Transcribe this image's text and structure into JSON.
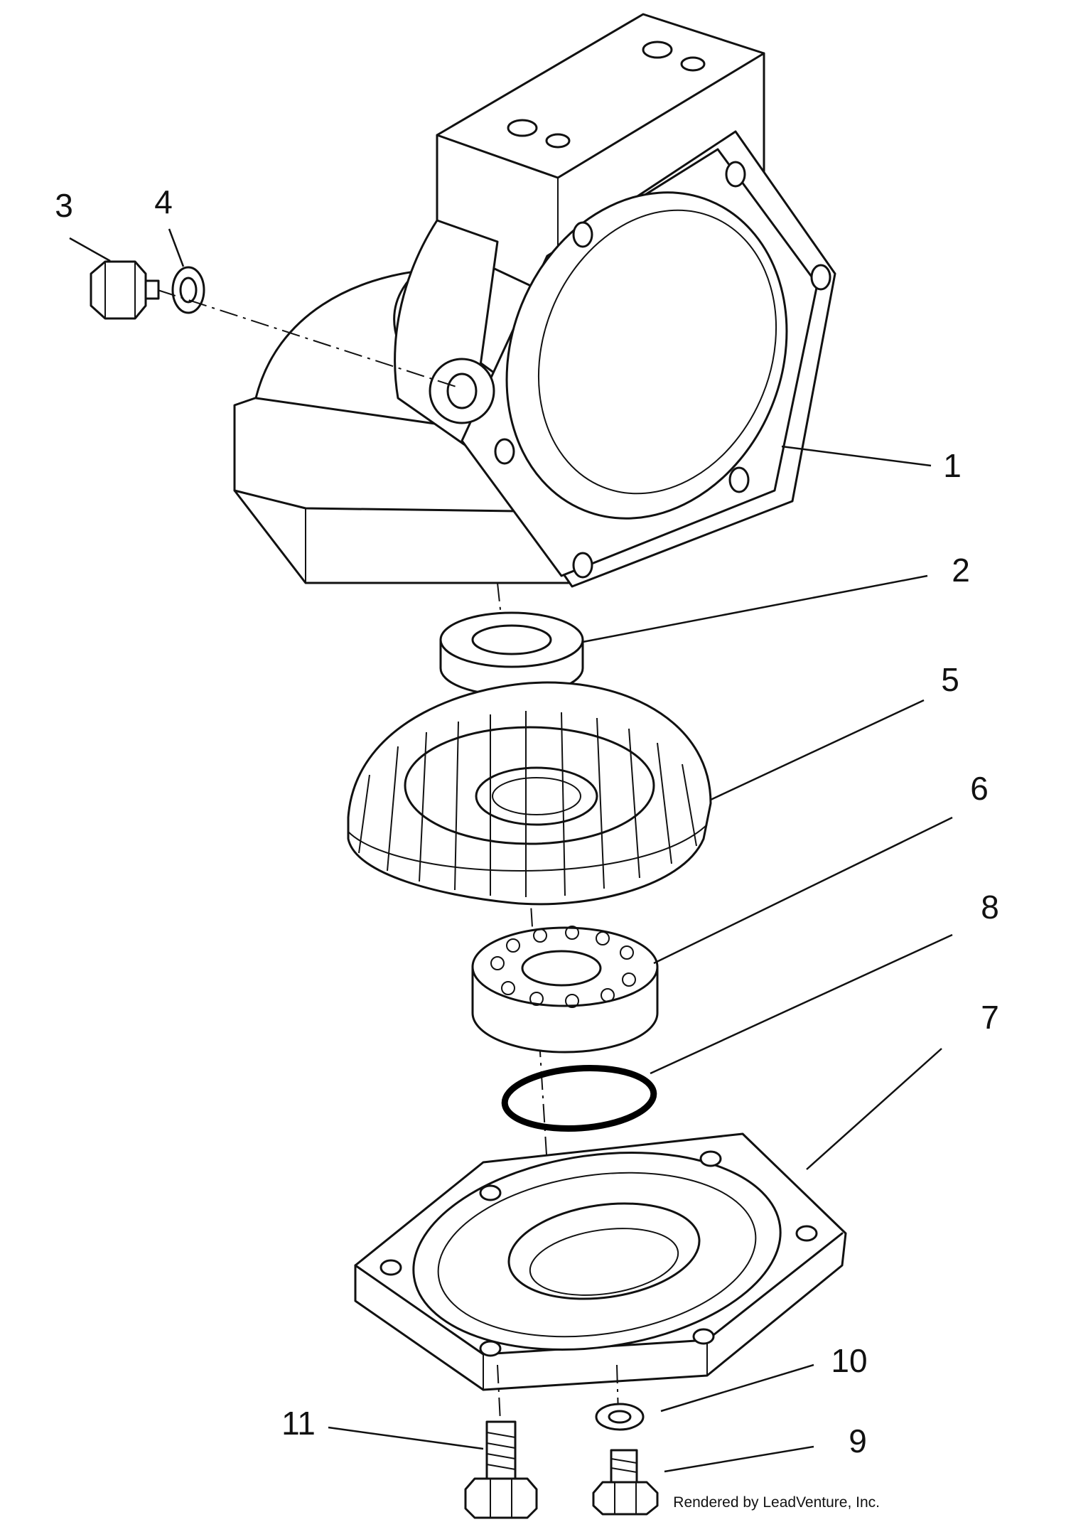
{
  "callouts": [
    {
      "id": "1",
      "text": "1"
    },
    {
      "id": "2",
      "text": "2"
    },
    {
      "id": "3",
      "text": "3"
    },
    {
      "id": "4",
      "text": "4"
    },
    {
      "id": "5",
      "text": "5"
    },
    {
      "id": "6",
      "text": "6"
    },
    {
      "id": "7",
      "text": "7"
    },
    {
      "id": "8",
      "text": "8"
    },
    {
      "id": "9",
      "text": "9"
    },
    {
      "id": "10",
      "text": "10"
    },
    {
      "id": "11",
      "text": "11"
    }
  ],
  "credit": "Rendered by LeadVenture, Inc.",
  "colors": {
    "line": "#111111",
    "background": "#ffffff"
  }
}
